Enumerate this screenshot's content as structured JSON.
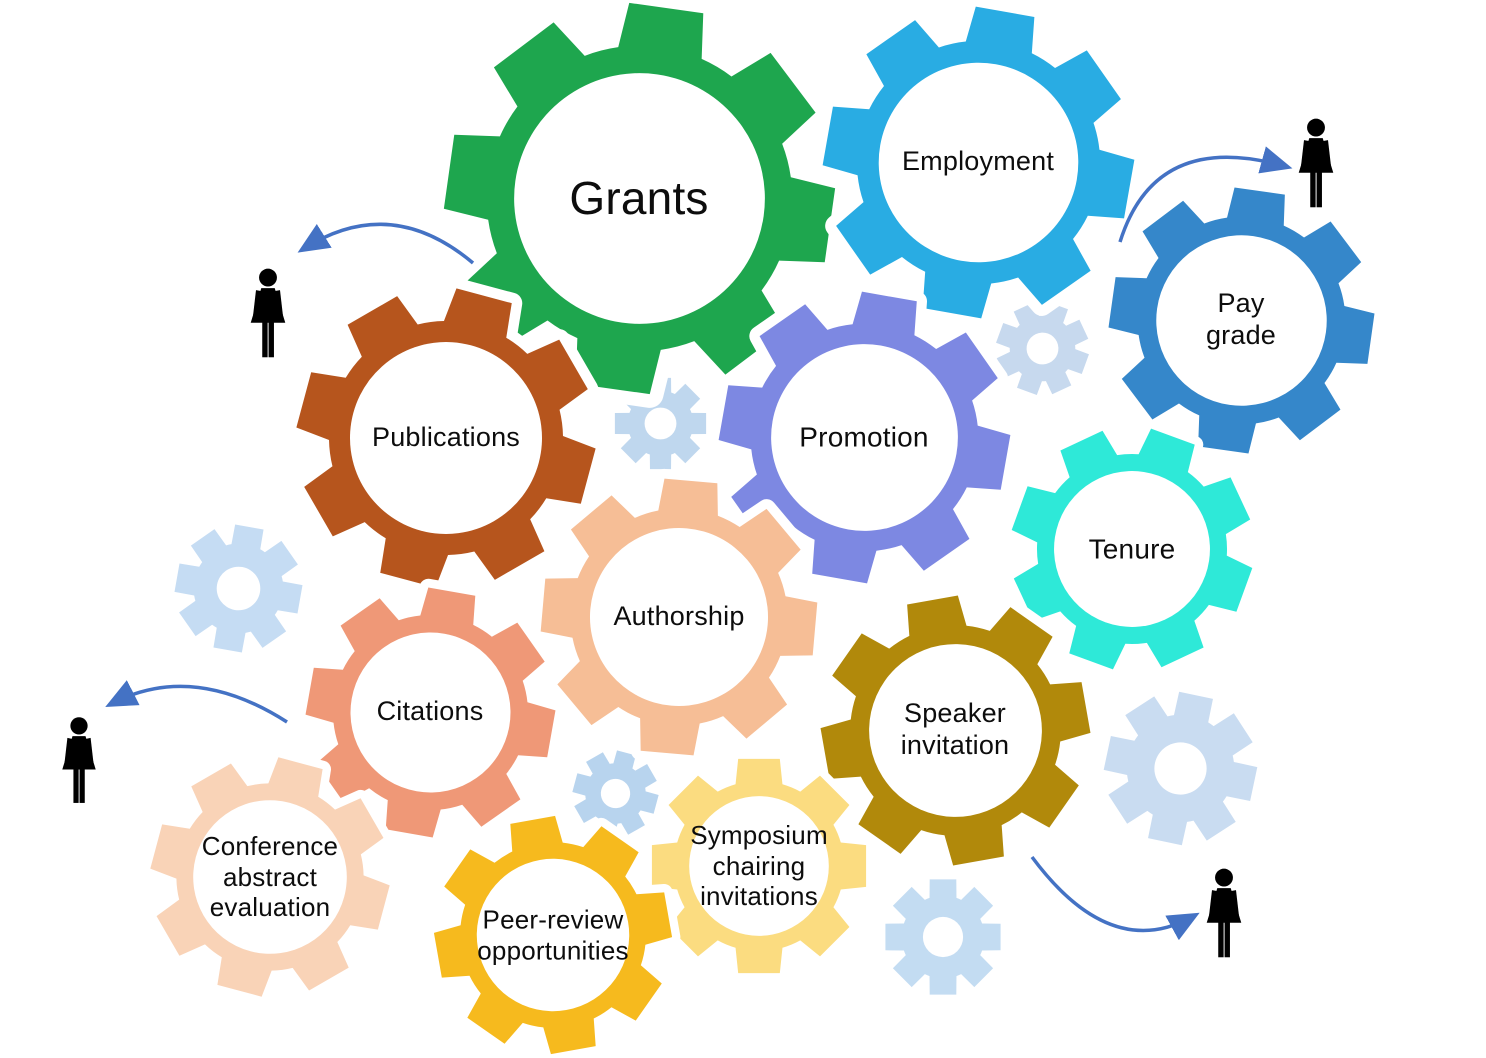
{
  "diagram": {
    "background": "#ffffff",
    "description_visible_elements": "interlocking gears with career-related labels, four person silhouettes, four curved arrows"
  },
  "gears": [
    {
      "id": "grants",
      "label": "Grants",
      "color": "#1EA64E"
    },
    {
      "id": "employment",
      "label": "Employment",
      "color": "#29ACE3"
    },
    {
      "id": "pay-grade",
      "label": "Pay\ngrade",
      "color": "#3587CA"
    },
    {
      "id": "publications",
      "label": "Publications",
      "color": "#B6551D"
    },
    {
      "id": "promotion",
      "label": "Promotion",
      "color": "#7D88E2"
    },
    {
      "id": "tenure",
      "label": "Tenure",
      "color": "#2EE9D8"
    },
    {
      "id": "authorship",
      "label": "Authorship",
      "color": "#F6BE96"
    },
    {
      "id": "citations",
      "label": "Citations",
      "color": "#EF9877"
    },
    {
      "id": "speaker-invitation",
      "label": "Speaker\ninvitation",
      "color": "#B1890B"
    },
    {
      "id": "conference-abstract-evaluation",
      "label": "Conference\nabstract\nevaluation",
      "color": "#F9D3B7"
    },
    {
      "id": "peer-review-opportunities",
      "label": "Peer-review\nopportunities",
      "color": "#F6BA1E"
    },
    {
      "id": "symposium-chairing-invitations",
      "label": "Symposium\nchairing\ninvitations",
      "color": "#FBDC80"
    }
  ],
  "decorative_gears": [
    {
      "color": "#BFD7EE"
    },
    {
      "color": "#C7D9EE"
    },
    {
      "color": "#C5DCF3"
    },
    {
      "color": "#B8D4EE"
    },
    {
      "color": "#C3DCF2"
    },
    {
      "color": "#C9DCF1"
    }
  ],
  "persons": {
    "color": "#000000",
    "items": [
      {
        "id": "person-left"
      },
      {
        "id": "person-top-right"
      },
      {
        "id": "person-bottom-left"
      },
      {
        "id": "person-bottom-right"
      }
    ]
  },
  "arrows": {
    "color": "#4472C4",
    "items": [
      {
        "from": "Grants",
        "to": "person-left"
      },
      {
        "from": "Employment",
        "to": "person-top-right"
      },
      {
        "from": "Citations",
        "to": "person-bottom-left"
      },
      {
        "from": "Speaker invitation",
        "to": "person-bottom-right"
      }
    ]
  }
}
